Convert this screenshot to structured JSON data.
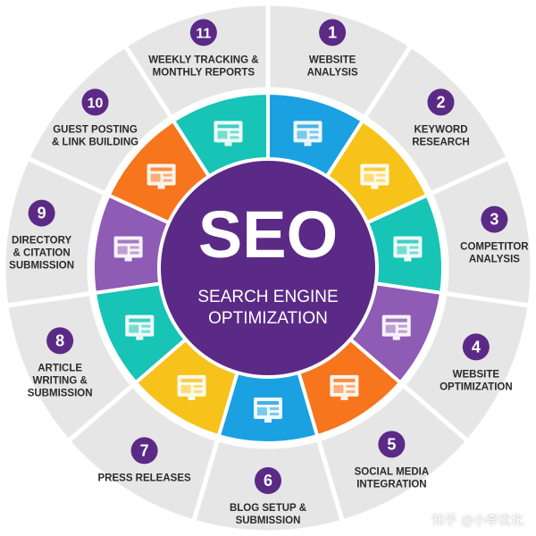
{
  "center": {
    "title": "SEO",
    "subtitle_line1": "SEARCH ENGINE",
    "subtitle_line2": "OPTIMIZATION",
    "color": "#5b2a86"
  },
  "colors": {
    "outer_ring": "#e6e6e6",
    "badge": "#5b2a86",
    "label": "#2b2b2b"
  },
  "steps": [
    {
      "number": "1",
      "lines": [
        "WEBSITE",
        "ANALYSIS"
      ],
      "segment_color": "#1ba1e2",
      "icon": "website-layout-icon"
    },
    {
      "number": "2",
      "lines": [
        "KEYWORD",
        "RESEARCH"
      ],
      "segment_color": "#f7c21a",
      "icon": "magnifier-icon"
    },
    {
      "number": "3",
      "lines": [
        "COMPETITOR",
        "ANALYSIS"
      ],
      "segment_color": "#17c4b5",
      "icon": "monitor-profile-icon"
    },
    {
      "number": "4",
      "lines": [
        "WEBSITE",
        "OPTIMIZATION"
      ],
      "segment_color": "#8e5bb5",
      "icon": "dashboard-chart-icon"
    },
    {
      "number": "5",
      "lines": [
        "SOCIAL MEDIA",
        "INTEGRATION"
      ],
      "segment_color": "#f7751c",
      "icon": "like-chat-icon"
    },
    {
      "number": "6",
      "lines": [
        "BLOG SETUP &",
        "SUBMISSION"
      ],
      "segment_color": "#1ba1e2",
      "icon": "rocket-monitor-icon"
    },
    {
      "number": "7",
      "lines": [
        "PRESS RELEASES"
      ],
      "segment_color": "#f7c21a",
      "icon": "press-document-icon"
    },
    {
      "number": "8",
      "lines": [
        "ARTICLE",
        "WRITING &",
        "SUBMISSION"
      ],
      "segment_color": "#17c4b5",
      "icon": "article-page-icon"
    },
    {
      "number": "9",
      "lines": [
        "DIRECTORY",
        "& CITATION",
        "SUBMISSION"
      ],
      "segment_color": "#8e5bb5",
      "icon": "search-lens-icon"
    },
    {
      "number": "10",
      "lines": [
        "GUEST POSTING",
        "& LINK BUILDING"
      ],
      "segment_color": "#f7751c",
      "icon": "world-map-icon"
    },
    {
      "number": "11",
      "lines": [
        "WEEKLY TRACKING &",
        "MONTHLY REPORTS"
      ],
      "segment_color": "#17c4b5",
      "icon": "report-clock-icon"
    }
  ],
  "watermark": "知乎 @小李优化"
}
